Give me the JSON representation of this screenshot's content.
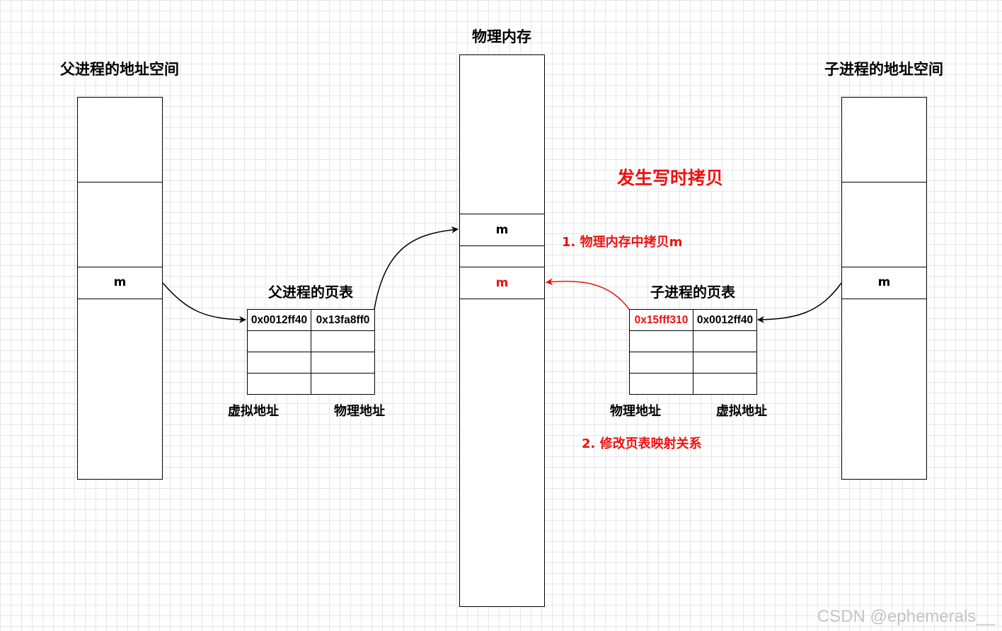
{
  "parent_space": {
    "title": "父进程的地址空间",
    "cell_label": "m"
  },
  "child_space": {
    "title": "子进程的地址空间",
    "cell_label": "m"
  },
  "physical_memory": {
    "title": "物理内存",
    "upper_cell_label": "m",
    "lower_cell_label": "m"
  },
  "cow_heading": "发生写时拷贝",
  "step1": "1. 物理内存中拷贝m",
  "step2": "2. 修改页表映射关系",
  "parent_page_table": {
    "title": "父进程的页表",
    "virtual_addr": "0x0012ff40",
    "physical_addr": "0x13fa8ff0",
    "col_labels": [
      "虚拟地址",
      "物理地址"
    ]
  },
  "child_page_table": {
    "title": "子进程的页表",
    "physical_addr": "0x15fff310",
    "virtual_addr": "0x0012ff40",
    "col_labels": [
      "物理地址",
      "虚拟地址"
    ]
  },
  "colors": {
    "highlight": "#ee1111",
    "line": "#000000",
    "grid": "#e6e6e6"
  },
  "watermark": "CSDN @ephemerals__"
}
